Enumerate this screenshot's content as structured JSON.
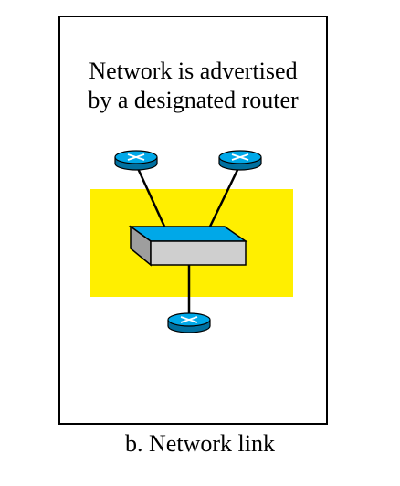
{
  "figure": {
    "title_line1": "Network is advertised",
    "title_line2": "by a designated router",
    "caption": "b. Network link"
  },
  "colors": {
    "network_area": "#ffef00",
    "router_fill": "#00a8e8",
    "switch_top": "#00a8e8",
    "switch_front": "#cfcfcf",
    "switch_side": "#9e9e9e",
    "border": "#000000"
  },
  "icons": {
    "router": "router-icon",
    "switch": "switch-icon"
  }
}
